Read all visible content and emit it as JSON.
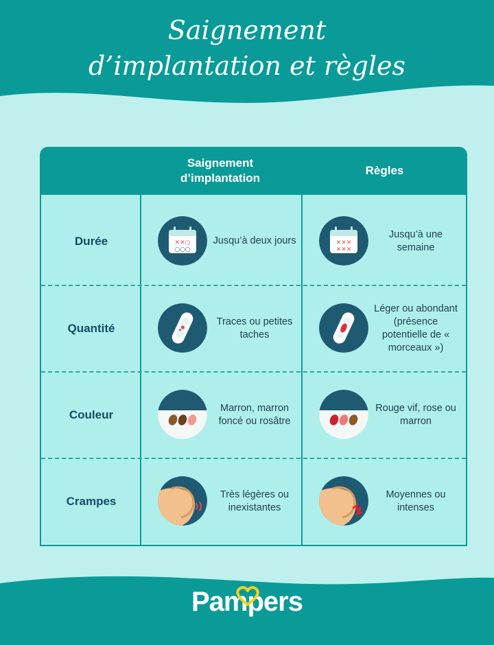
{
  "header": {
    "title_line1": "Saignement",
    "title_line2": "d’implantation et règles"
  },
  "table": {
    "columns": [
      "Saignement d’implantation",
      "Règles"
    ],
    "rows": [
      {
        "label": "Durée",
        "implantation": "Jusqu’à deux jours",
        "regles": "Jusqu’à une semaine"
      },
      {
        "label": "Quantité",
        "implantation": "Traces ou petites taches",
        "regles": "Léger ou abondant (présence potentielle de « morceaux »)"
      },
      {
        "label": "Couleur",
        "implantation": "Marron, marron foncé ou rosâtre",
        "regles": "Rouge vif, rose ou marron"
      },
      {
        "label": "Crampes",
        "implantation": "Très légères ou inexistantes",
        "regles": "Moyennes ou intenses"
      }
    ]
  },
  "footer": {
    "logo_text": "Pampers"
  },
  "colors": {
    "teal_dark": "#0a9b98",
    "background": "#bff0ee",
    "label_text": "#164a63",
    "icon_bg": "#1f5a73"
  },
  "icons": [
    "calendar-icon",
    "pad-icon",
    "color-drops-icon",
    "cramps-icon",
    "pampers-heart-icon"
  ]
}
